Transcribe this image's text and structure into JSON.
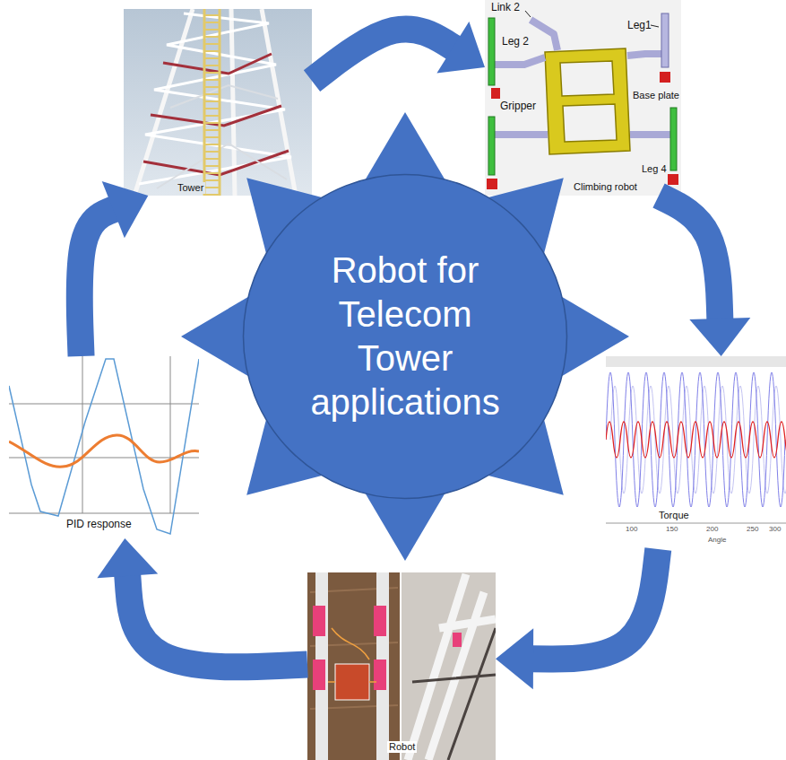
{
  "diagram": {
    "nodes": [
      {
        "text": [
          "Tower"
        ]
      },
      {
        "text": [
          "Link 2",
          "Leg1",
          "Leg 2",
          "Gripper",
          "Base plate",
          "Leg 4",
          "Climbing robot"
        ]
      },
      {
        "text": [
          "Robot for Telecom Tower applications"
        ]
      },
      {
        "text": [
          "PID response"
        ]
      },
      {
        "text": [
          "Torque",
          "100",
          "150",
          "200",
          "250",
          "300",
          "Angle"
        ]
      },
      {
        "text": [
          "Robot"
        ]
      }
    ],
    "edges": [
      {
        "from": 0,
        "to": 1,
        "arrow": "to"
      },
      {
        "from": 1,
        "to": 4,
        "arrow": "to"
      },
      {
        "from": 4,
        "to": 5,
        "arrow": "to"
      },
      {
        "from": 5,
        "to": 3,
        "arrow": "to"
      },
      {
        "from": 3,
        "to": 0,
        "arrow": "to"
      }
    ]
  }
}
